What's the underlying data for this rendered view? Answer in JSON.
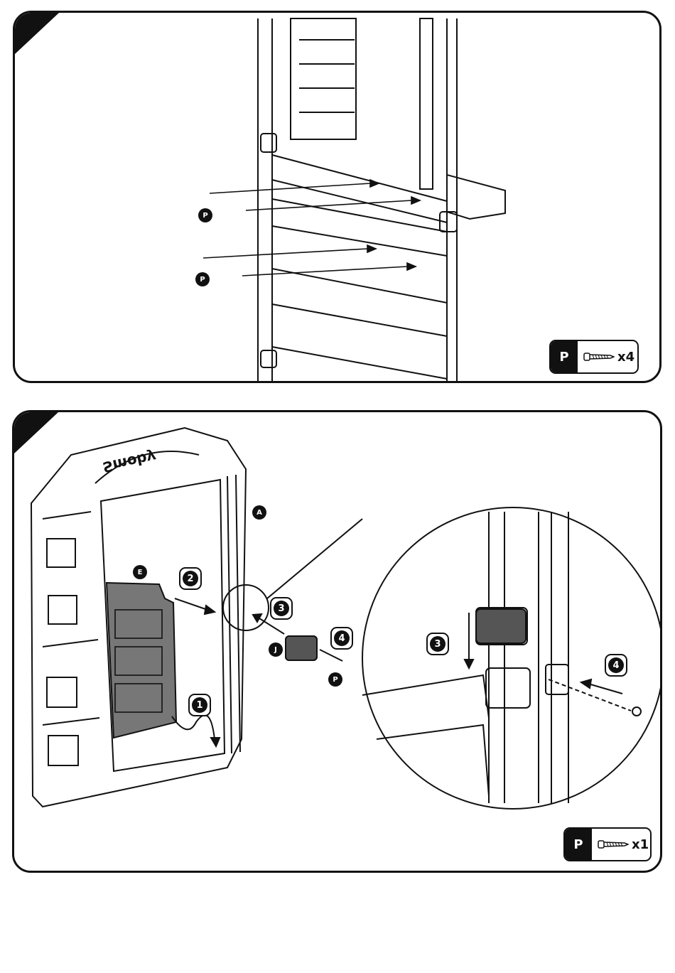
{
  "panel1": {
    "callouts": [
      "P",
      "P"
    ],
    "parts_box": {
      "letter": "P",
      "quantity": "x4",
      "icon": "screw-icon"
    }
  },
  "panel2": {
    "callouts": {
      "a": "A",
      "e": "E",
      "j": "J",
      "p": "P"
    },
    "steps": [
      "1",
      "2",
      "3",
      "4"
    ],
    "detail_steps": [
      "3",
      "4"
    ],
    "brand": "Smoby",
    "parts_box": {
      "letter": "P",
      "quantity": "x1",
      "icon": "screw-icon"
    }
  }
}
